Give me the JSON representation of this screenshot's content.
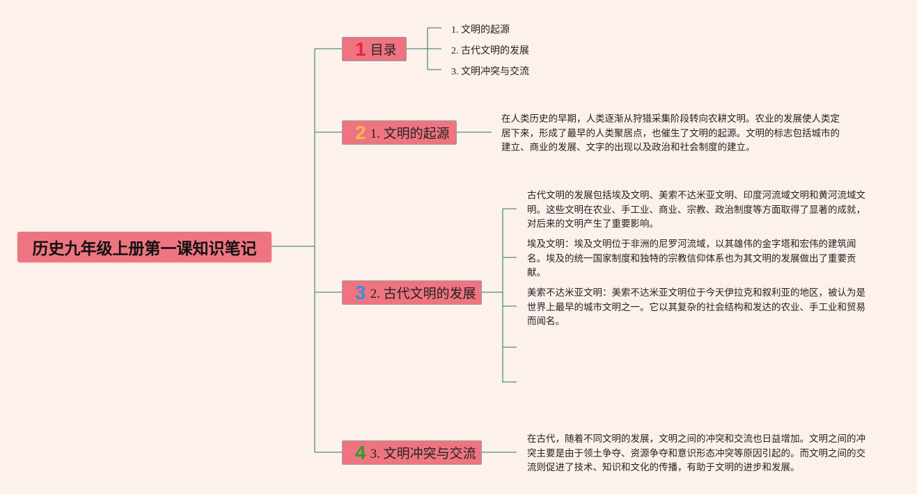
{
  "root": {
    "title": "历史九年级上册第一课知识笔记"
  },
  "branches": [
    {
      "num": "1",
      "num_color": "#e8243b",
      "label": "目录"
    },
    {
      "num": "2",
      "num_color": "#f5b94a",
      "label": "1. 文明的起源"
    },
    {
      "num": "3",
      "num_color": "#3a8fd6",
      "label": "2. 古代文明的发展"
    },
    {
      "num": "4",
      "num_color": "#2f9e2f",
      "label": "3. 文明冲突与交流"
    }
  ],
  "toc_items": [
    "1. 文明的起源",
    "2. 古代文明的发展",
    "3. 文明冲突与交流"
  ],
  "origin_text": "在人类历史的早期，人类逐渐从狩猎采集阶段转向农耕文明。农业的发展使人类定居下来，形成了最早的人类聚居点，也催生了文明的起源。文明的标志包括城市的建立、商业的发展、文字的出现以及政治和社会制度的建立。",
  "development_texts": [
    "古代文明的发展包括埃及文明、美索不达米亚文明、印度河流域文明和黄河流域文明。这些文明在农业、手工业、商业、宗教、政治制度等方面取得了显著的成就，对后来的文明产生了重要影响。",
    "埃及文明：埃及文明位于非洲的尼罗河流域，以其雄伟的金字塔和宏伟的建筑闻名。埃及的统一国家制度和独特的宗教信仰体系也为其文明的发展做出了重要贡献。",
    "美索不达米亚文明：美索不达米亚文明位于今天伊拉克和叙利亚的地区，被认为是世界上最早的城市文明之一。它以其复杂的社会结构和发达的农业、手工业和贸易而闻名。"
  ],
  "conflict_text": "在古代，随着不同文明的发展，文明之间的冲突和交流也日益增加。文明之间的冲突主要是由于领土争夺、资源争夺和意识形态冲突等原因引起的。而文明之间的交流则促进了技术、知识和文化的传播，有助于文明的进步和发展。",
  "colors": {
    "background": "#fdf1ec",
    "node_fill": "#ef7481",
    "line": "#4c8f7a"
  }
}
